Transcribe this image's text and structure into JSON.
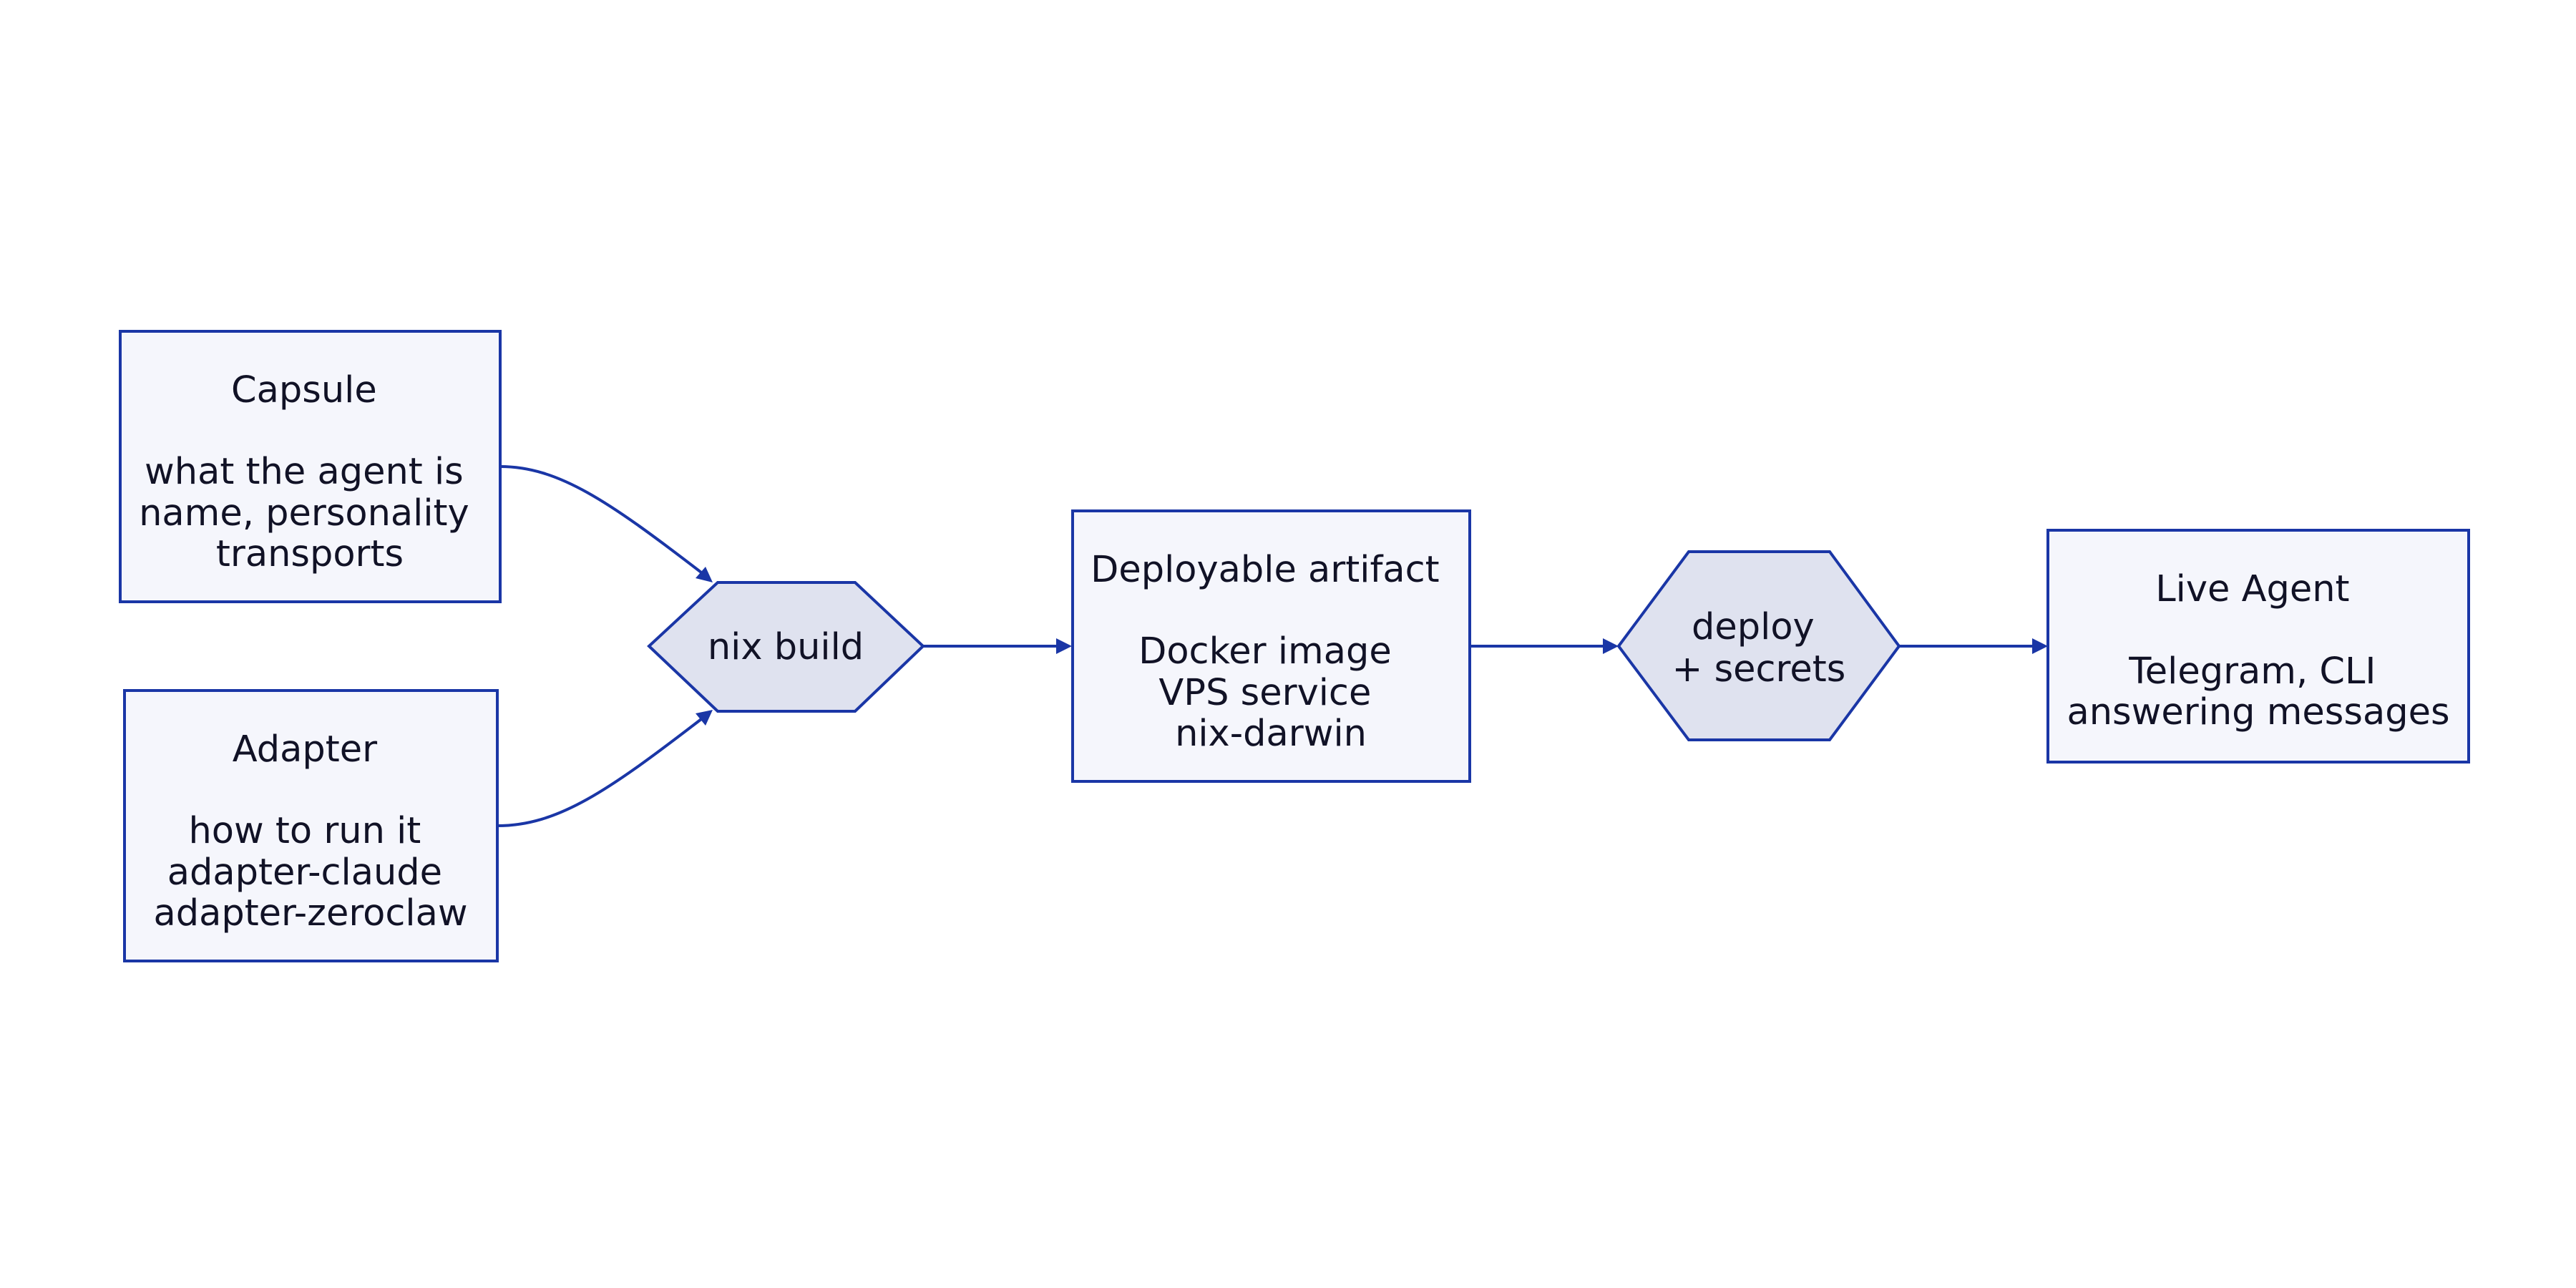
{
  "diagram": {
    "type": "flowchart",
    "direction": "left-to-right",
    "colors": {
      "stroke": "#1a36a6",
      "box_fill": "#f5f6fc",
      "process_fill": "#dfe2ef",
      "text": "#111226",
      "background": "#ffffff"
    },
    "nodes": {
      "capsule": {
        "shape": "rectangle",
        "title": "Capsule",
        "lines": [
          "what the agent is",
          "name, personality",
          "transports"
        ]
      },
      "adapter": {
        "shape": "rectangle",
        "title": "Adapter",
        "lines": [
          "how to run it",
          "adapter-claude",
          "adapter-zeroclaw"
        ]
      },
      "nix_build": {
        "shape": "hexagon",
        "lines": [
          "nix build"
        ]
      },
      "artifact": {
        "shape": "rectangle",
        "title": "Deployable artifact",
        "lines": [
          "Docker image",
          "VPS service",
          "nix-darwin"
        ]
      },
      "deploy": {
        "shape": "hexagon",
        "lines": [
          "deploy",
          "+ secrets"
        ]
      },
      "live_agent": {
        "shape": "rectangle",
        "title": "Live Agent",
        "lines": [
          "Telegram, CLI",
          "answering messages"
        ]
      }
    },
    "edges": [
      {
        "from": "Capsule",
        "to": "nix build"
      },
      {
        "from": "Adapter",
        "to": "nix build"
      },
      {
        "from": "nix build",
        "to": "Deployable artifact"
      },
      {
        "from": "Deployable artifact",
        "to": "deploy + secrets"
      },
      {
        "from": "deploy + secrets",
        "to": "Live Agent"
      }
    ]
  }
}
